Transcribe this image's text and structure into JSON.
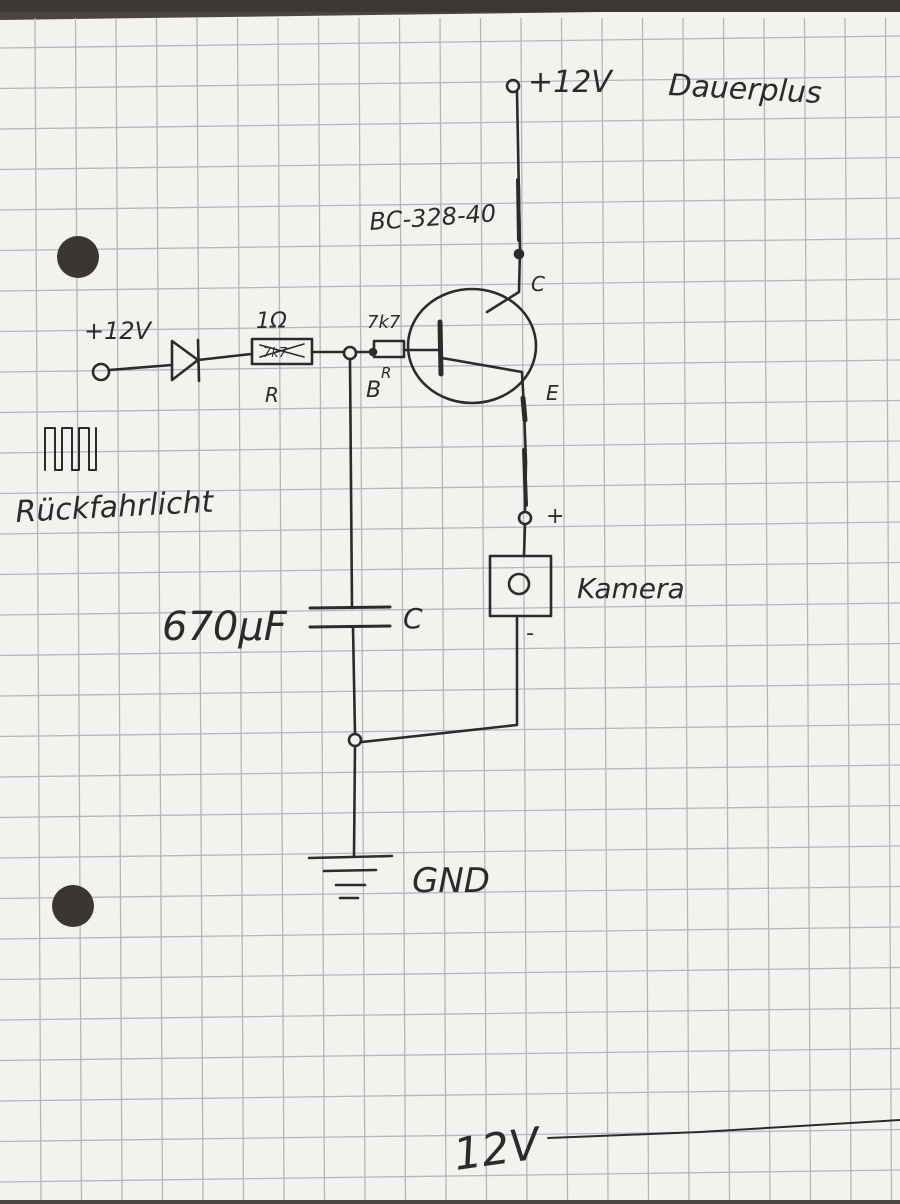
{
  "supply": {
    "top_voltage": "+12V",
    "top_note": "Dauerplus",
    "input_voltage": "+12V"
  },
  "input": {
    "pulse_label": "Rückfahrlicht"
  },
  "resistor_series": {
    "value": "1Ω",
    "value_struck": "7k7",
    "designator": "R"
  },
  "resistor_base": {
    "value": "7k7",
    "designator": "R"
  },
  "transistor": {
    "part": "BC-328-40",
    "base": "B",
    "collector": "C",
    "emitter": "E"
  },
  "capacitor": {
    "value": "670µF",
    "designator": "C"
  },
  "camera": {
    "label": "Kamera",
    "plus": "+",
    "minus": "-"
  },
  "ground": {
    "label": "GND"
  },
  "footer": {
    "scribble": "12V"
  },
  "colors": {
    "paper": "#f3f2ef",
    "grid": "#b3b6bb",
    "ink": "#2b2b2b",
    "hole": "#3a3633"
  }
}
